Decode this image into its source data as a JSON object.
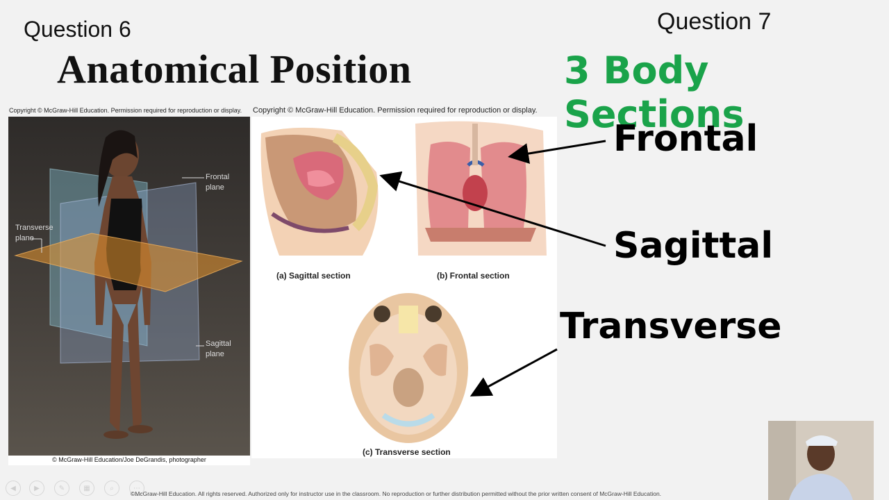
{
  "slide": {
    "left_header": "Question 6",
    "left_title": "Anatomical Position",
    "right_header": "Question 7",
    "right_title": "3 Body Sections",
    "copyright_left": "Copyright © McGraw-Hill Education. Permission required for reproduction or display.",
    "copyright_right": "Copyright © McGraw-Hill Education. Permission required for reproduction or display.",
    "photo_credit": "© McGraw-Hill Education/Joe DeGrandis, photographer",
    "plane_labels": {
      "frontal_line1": "Frontal",
      "frontal_line2": "plane",
      "transverse_line1": "Transverse",
      "transverse_line2": "plane",
      "sagittal_line1": "Sagittal",
      "sagittal_line2": "plane"
    },
    "section_captions": {
      "a": "(a) Sagittal section",
      "b": "(b) Frontal section",
      "c": "(c) Transverse section"
    },
    "big_labels": {
      "frontal": "Frontal",
      "sagittal": "Sagittal",
      "transverse": "Transverse"
    },
    "footer": "©McGraw-Hill Education. All rights reserved. Authorized only for instructor use in the classroom. No reproduction or further distribution permitted without the prior written consent of McGraw-Hill Education."
  },
  "colors": {
    "title_green": "#1aa34a",
    "background": "#f2f2f2"
  },
  "player_controls": {
    "icons": [
      "previous-icon",
      "play-icon",
      "pen-icon",
      "slides-icon",
      "zoom-icon",
      "more-icon"
    ]
  }
}
